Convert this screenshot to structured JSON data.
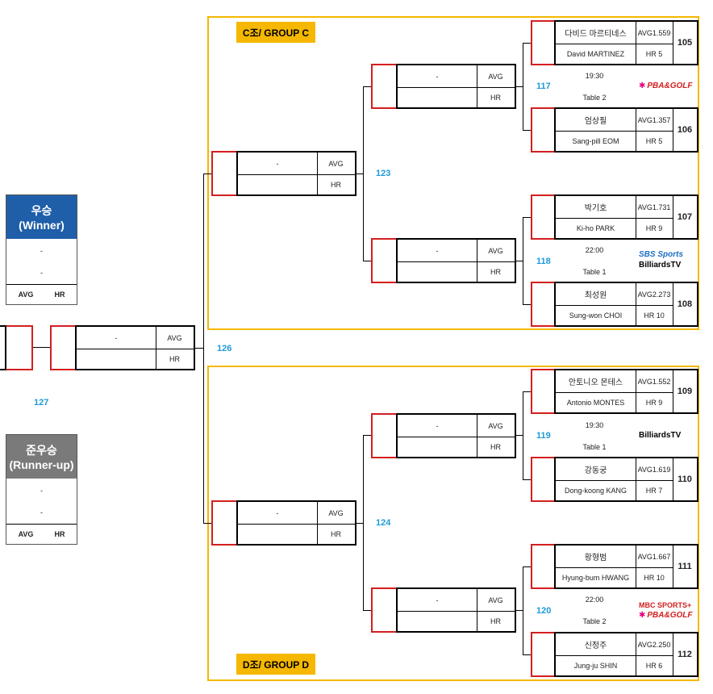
{
  "groups": {
    "c": {
      "label": "C조/ GROUP C"
    },
    "d": {
      "label": "D조/ GROUP D"
    }
  },
  "final": {
    "winner": {
      "title": "우승",
      "subtitle": "(Winner)",
      "line1": "-",
      "line2": "-",
      "avg": "AVG",
      "hr": "HR"
    },
    "runner": {
      "title": "준우승",
      "subtitle": "(Runner-up)",
      "line1": "-",
      "line2": "-",
      "avg": "AVG",
      "hr": "HR"
    },
    "match_number": "127",
    "semi_match_number": "126"
  },
  "slots": {
    "final_slot": {
      "name": "-",
      "avg": "AVG",
      "hr": "HR"
    },
    "r2_c": {
      "name": "-",
      "avg": "AVG",
      "hr": "HR"
    },
    "r2_d": {
      "name": "-",
      "avg": "AVG",
      "hr": "HR"
    },
    "r1_117": {
      "name": "-",
      "avg": "AVG",
      "hr": "HR"
    },
    "r1_118": {
      "name": "-",
      "avg": "AVG",
      "hr": "HR"
    },
    "r1_119": {
      "name": "-",
      "avg": "AVG",
      "hr": "HR"
    },
    "r1_120": {
      "name": "-",
      "avg": "AVG",
      "hr": "HR"
    }
  },
  "match_numbers": {
    "m117": "117",
    "m118": "118",
    "m119": "119",
    "m120": "120",
    "m123": "123",
    "m124": "124"
  },
  "schedule": {
    "m117": {
      "time": "19:30",
      "table": "Table 2"
    },
    "m118": {
      "time": "22:00",
      "table": "Table 1"
    },
    "m119": {
      "time": "19:30",
      "table": "Table 1"
    },
    "m120": {
      "time": "22:00",
      "table": "Table 2"
    }
  },
  "logos": {
    "pba_golf": "PBA&GOLF",
    "sbs_sports": "SBS Sports",
    "billiards_tv": "BilliardsTV",
    "mbc_sports": "MBC SPORTS+"
  },
  "players": [
    {
      "seed": "105",
      "kr": "다비드 마르티네스",
      "en": "David MARTINEZ",
      "avg": "AVG1.559",
      "hr": "HR 5"
    },
    {
      "seed": "106",
      "kr": "엄상필",
      "en": "Sang-pill EOM",
      "avg": "AVG1.357",
      "hr": "HR 5"
    },
    {
      "seed": "107",
      "kr": "박기호",
      "en": "Ki-ho PARK",
      "avg": "AVG1.731",
      "hr": "HR 9"
    },
    {
      "seed": "108",
      "kr": "최성원",
      "en": "Sung-won CHOI",
      "avg": "AVG2.273",
      "hr": "HR 10"
    },
    {
      "seed": "109",
      "kr": "안토니오 몬테스",
      "en": "Antonio MONTES",
      "avg": "AVG1.552",
      "hr": "HR 9"
    },
    {
      "seed": "110",
      "kr": "강동궁",
      "en": "Dong-koong KANG",
      "avg": "AVG1.619",
      "hr": "HR 7"
    },
    {
      "seed": "111",
      "kr": "황형범",
      "en": "Hyung-bum HWANG",
      "avg": "AVG1.667",
      "hr": "HR 10"
    },
    {
      "seed": "112",
      "kr": "신정주",
      "en": "Jung-ju SHIN",
      "avg": "AVG2.250",
      "hr": "HR 6"
    }
  ]
}
